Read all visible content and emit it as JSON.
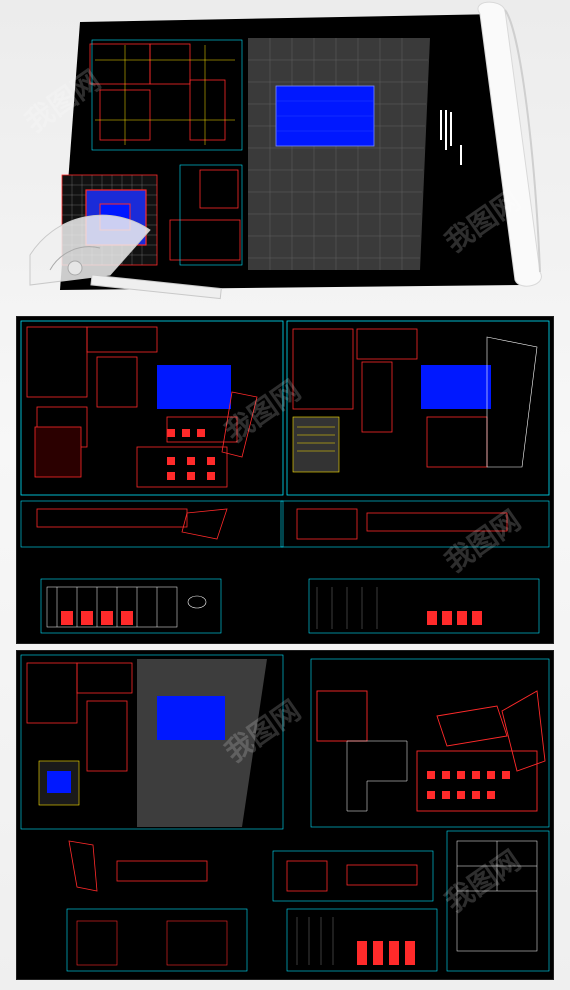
{
  "sheets": [
    {
      "id": "overview",
      "description_label": ""
    },
    {
      "id": "detail-a",
      "description_label": ""
    },
    {
      "id": "detail-b",
      "description_label": ""
    }
  ],
  "watermark": {
    "text": "我图网"
  },
  "colors": {
    "cad_background": "#000000",
    "blueprint_blue": "#0018ff",
    "cad_red": "#ff2a2a",
    "cad_cyan": "#00e5ff",
    "cad_yellow": "#ffe400",
    "cad_white": "#ffffff",
    "cad_grey": "#9a9a9a"
  },
  "icons": {
    "protractor": "protractor-icon",
    "paper_roll": "paper-roll-icon"
  }
}
